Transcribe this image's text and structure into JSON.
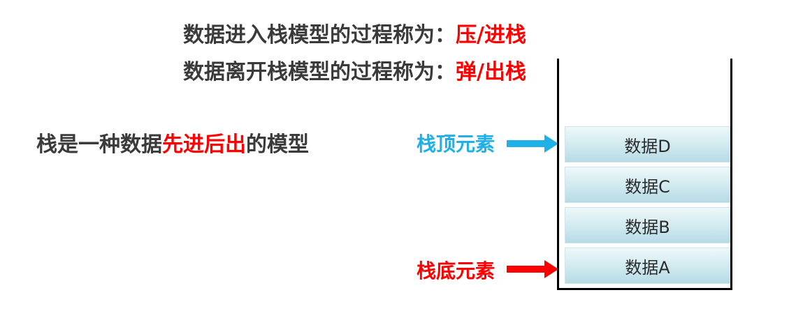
{
  "lines": {
    "push": {
      "prefix": "数据进入栈模型的过程称为：",
      "term": "压/进栈"
    },
    "pop": {
      "prefix": "数据离开栈模型的过程称为：",
      "term": "弹/出栈"
    },
    "lifo": {
      "prefix": "栈是一种数据",
      "term": "先进后出",
      "suffix": "的模型"
    }
  },
  "labels": {
    "top": "栈顶元素",
    "bottom": "栈底元素"
  },
  "stack": {
    "items": [
      "数据D",
      "数据C",
      "数据B",
      "数据A"
    ]
  },
  "colors": {
    "highlight": "#ff0000",
    "top_label": "#1fb0e8",
    "bottom_label": "#ff0000",
    "text": "#3a3a3a"
  }
}
